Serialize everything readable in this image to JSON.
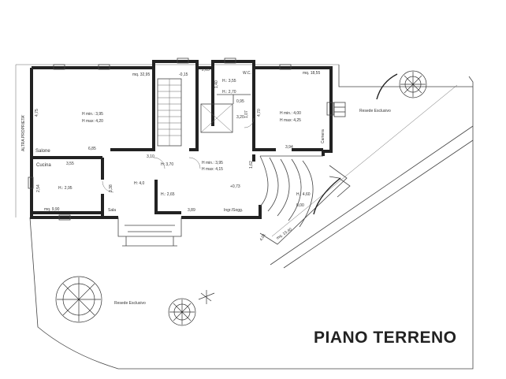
{
  "title": "PIANO TERRENO",
  "labels": {
    "altra_proprieta": "ALTRA PROPRIETA'",
    "salone_area": "mq. 32,95",
    "salone_h": "H min.: 3,95",
    "salone_hmax": "H max: 4,20",
    "salone": "Salone",
    "salone_w": "6,85",
    "salone_side": "4,75",
    "stair_level": "-0,15",
    "stair_w": "2,65",
    "wc_w": "1,40",
    "wc_h1": "H.: 3,55",
    "wc": "W.C.",
    "wc_h2": "H.: 2,70",
    "wc_d": "0,95",
    "wc_d2": "1,07",
    "wc_d3": "3,20",
    "camera_area": "mq. 18,55",
    "camera_h": "H min.: 4,00",
    "camera_hmax": "H max: 4,25",
    "camera_side": "4,70",
    "camera_w": "3,94",
    "camera": "Camera",
    "resede_top": "Resede Esclusivo",
    "cucina": "Cucina",
    "cucina_w": "3,55",
    "cucina_h": "H.: 2,95",
    "cucina_side": "2,54",
    "cucina_area": "mq. 9,90",
    "sala": "Sala",
    "sala_side": "3,38",
    "hall_w": "3,10",
    "hall_h": "H: 4,0",
    "hall_h2": "H: 3,70",
    "ingr_h": "H min.: 3,95",
    "ingr_hmax": "H max: 4,15",
    "ingr_side": "1,62",
    "ingr_level": "+0,73",
    "ingr_w": "3,89",
    "ingr": "Ingr./Sogg.",
    "small_h": "H.: 2,65",
    "porch_h": "H.: 4,60",
    "porch_level": "0,00",
    "porch_area": "mq. 15,40",
    "porch_side": "4,01",
    "resede_bottom": "Resede Esclusivo"
  }
}
